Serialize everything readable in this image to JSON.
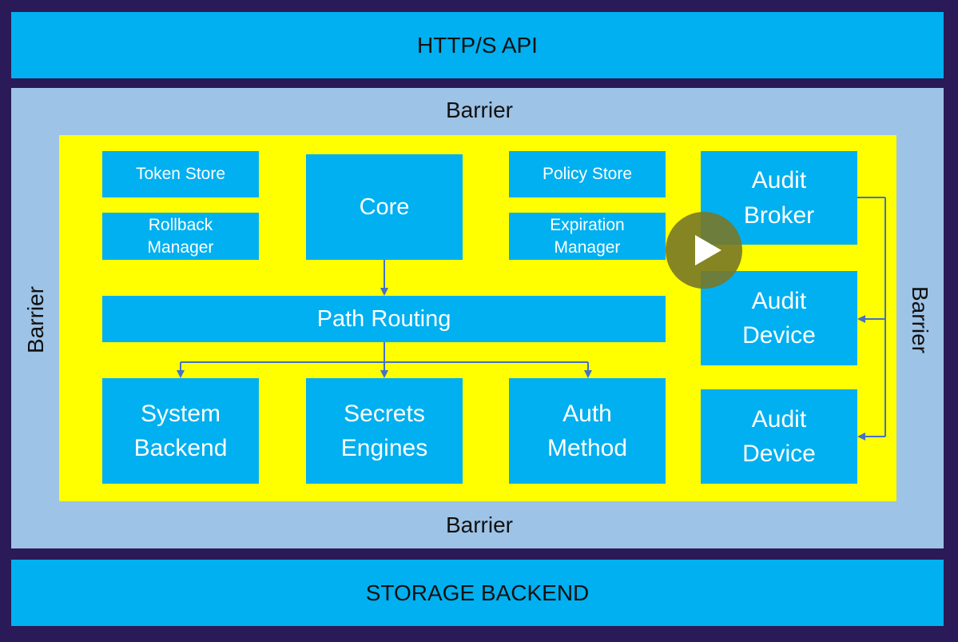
{
  "top_band": {
    "label": "HTTP/S API"
  },
  "bottom_band": {
    "label": "STORAGE BACKEND"
  },
  "barrier": {
    "top": "Barrier",
    "bottom": "Barrier",
    "left": "Barrier",
    "right": "Barrier"
  },
  "components": {
    "token_store": "Token Store",
    "rollback_manager": "Rollback\nManager",
    "core": "Core",
    "policy_store": "Policy Store",
    "expiration_manager": "Expiration\nManager",
    "audit_broker": "Audit\nBroker",
    "path_routing": "Path Routing",
    "audit_device_1": "Audit\nDevice",
    "audit_device_2": "Audit\nDevice",
    "system_backend": "System\nBackend",
    "secrets_engines": "Secrets\nEngines",
    "auth_method": "Auth\nMethod"
  },
  "colors": {
    "background": "#2a1a57",
    "band": "#00b0f0",
    "barrier": "#9dc3e6",
    "inner": "#ffff00",
    "component": "#00b0f0",
    "arrow": "#4472c4"
  },
  "overlay": {
    "play_button": "play-icon"
  }
}
